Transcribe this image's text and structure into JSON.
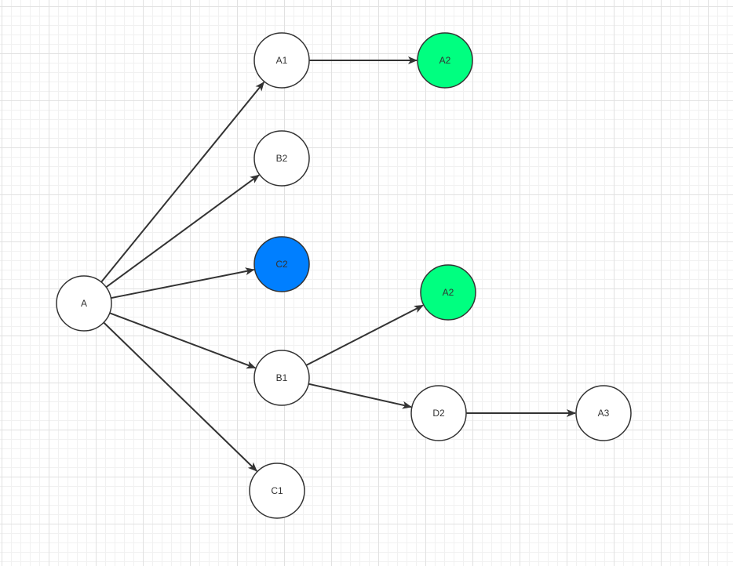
{
  "nodes": [
    {
      "id": "A",
      "label": "A",
      "fill": "#ffffff"
    },
    {
      "id": "A1",
      "label": "A1",
      "fill": "#ffffff"
    },
    {
      "id": "A2_top",
      "label": "A2",
      "fill": "#00ff80"
    },
    {
      "id": "B2",
      "label": "B2",
      "fill": "#ffffff"
    },
    {
      "id": "C2",
      "label": "C2",
      "fill": "#007fff"
    },
    {
      "id": "A2_mid",
      "label": "A2",
      "fill": "#00ff80"
    },
    {
      "id": "B1",
      "label": "B1",
      "fill": "#ffffff"
    },
    {
      "id": "D2",
      "label": "D2",
      "fill": "#ffffff"
    },
    {
      "id": "A3",
      "label": "A3",
      "fill": "#ffffff"
    },
    {
      "id": "C1",
      "label": "C1",
      "fill": "#ffffff"
    }
  ],
  "edges": [
    {
      "from": "A",
      "to": "A1"
    },
    {
      "from": "A",
      "to": "B2"
    },
    {
      "from": "A",
      "to": "C2"
    },
    {
      "from": "A",
      "to": "B1"
    },
    {
      "from": "A",
      "to": "C1"
    },
    {
      "from": "A1",
      "to": "A2_top"
    },
    {
      "from": "B1",
      "to": "A2_mid"
    },
    {
      "from": "B1",
      "to": "D2"
    },
    {
      "from": "D2",
      "to": "A3"
    }
  ],
  "colors": {
    "stroke": "#333333",
    "text": "#333333"
  }
}
